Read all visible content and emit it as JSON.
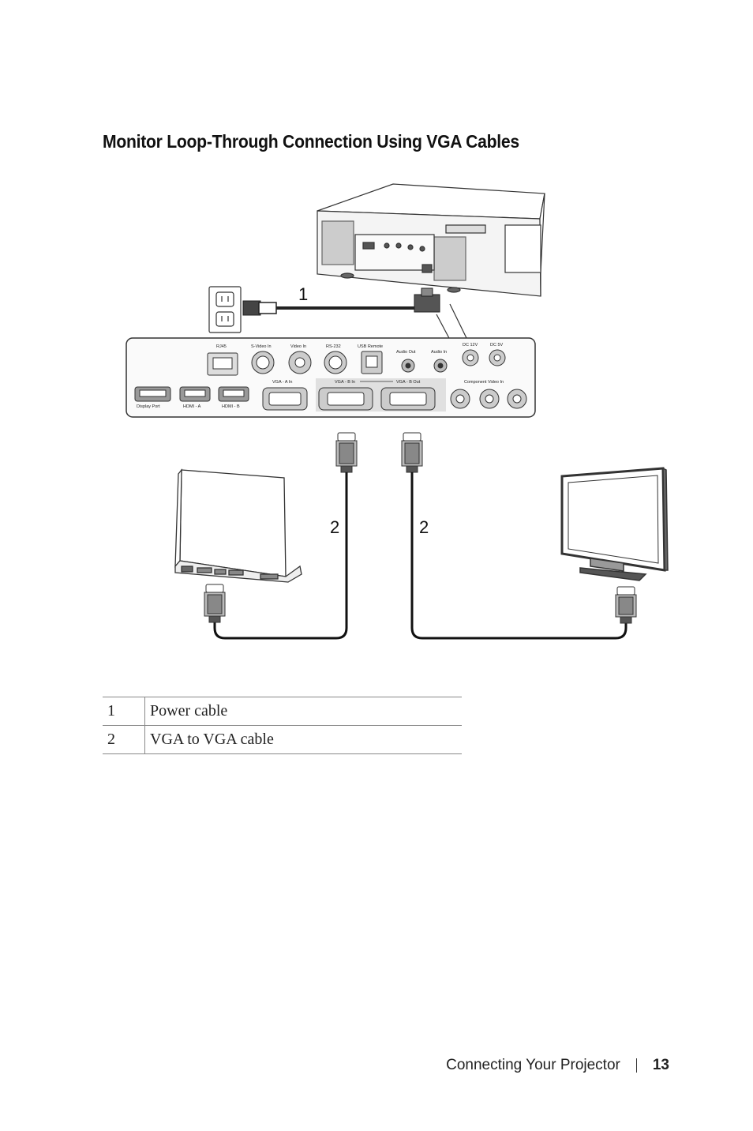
{
  "heading": "Monitor Loop-Through Connection Using VGA Cables",
  "figure": {
    "callouts": [
      "1",
      "2",
      "2"
    ],
    "port_labels": {
      "rj45": "RJ45",
      "svideo": "S-Video In",
      "video": "Video In",
      "rs232": "RS-232",
      "usb": "USB Remote",
      "audio_out": "Audio Out",
      "audio_in": "Audio In",
      "dc12": "DC 12V",
      "dc5": "DC 5V",
      "vga_a": "VGA - A In",
      "vga_b_in": "VGA - B In",
      "vga_b_out": "VGA - B Out",
      "component": "Component Video In",
      "display_port": "Display Port",
      "hdmi_a": "HDMI - A",
      "hdmi_b": "HDMI - B"
    }
  },
  "legend": [
    {
      "num": "1",
      "label": "Power cable"
    },
    {
      "num": "2",
      "label": "VGA to VGA cable"
    }
  ],
  "footer": {
    "section": "Connecting Your Projector",
    "page": "13"
  }
}
